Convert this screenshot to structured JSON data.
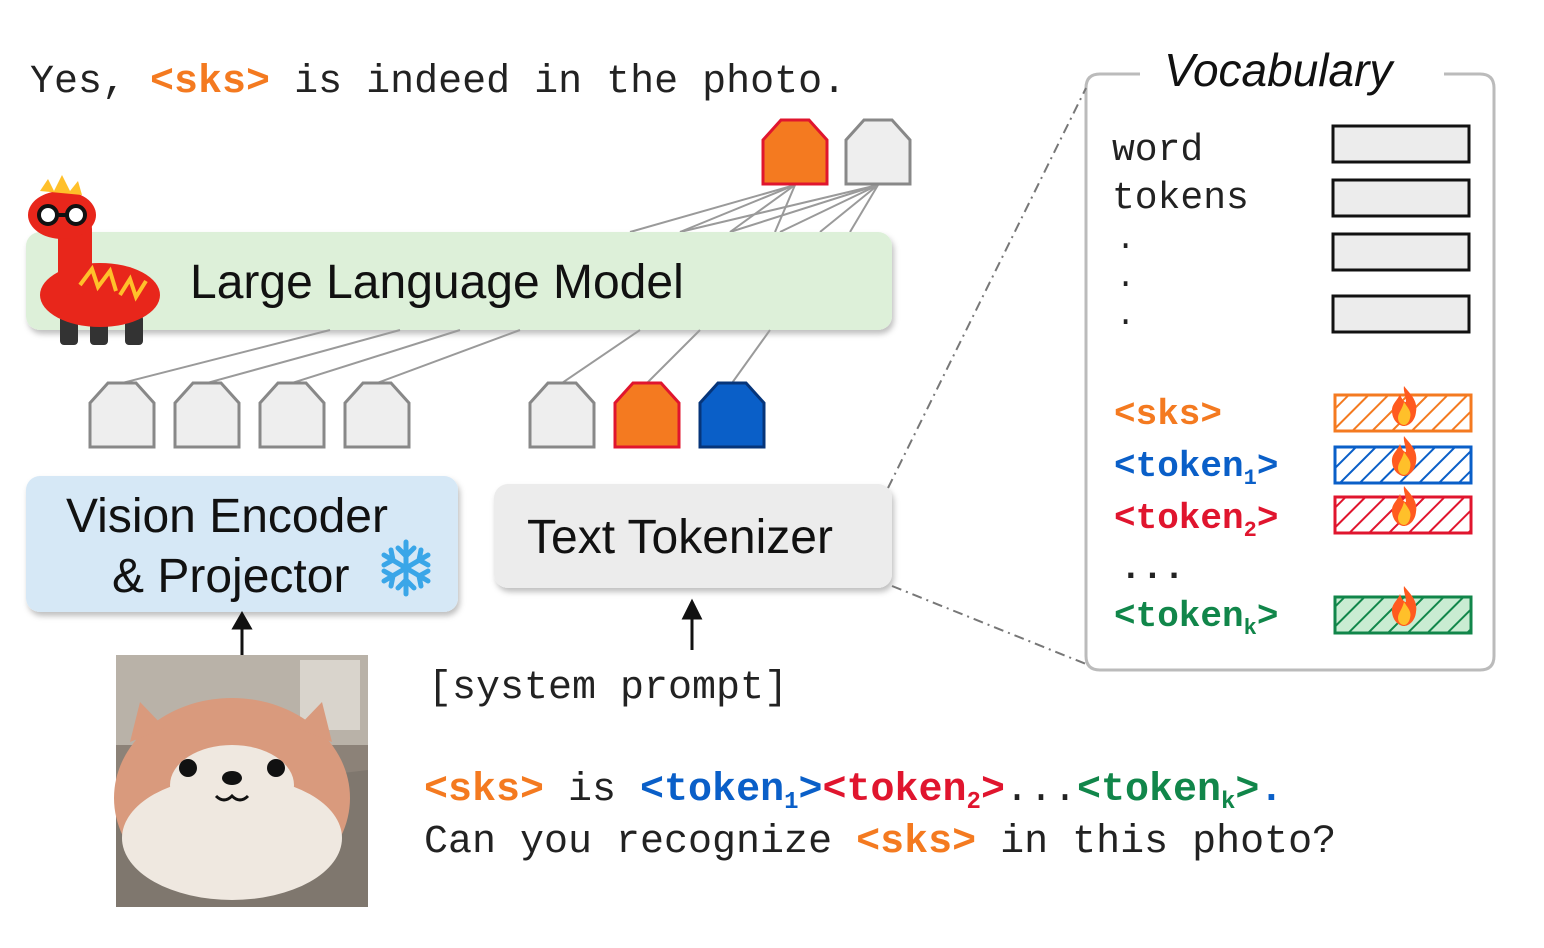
{
  "colors": {
    "orange": "#f47a20",
    "blue": "#0a5fc8",
    "red": "#e0152e",
    "green": "#11864a",
    "llm_fill": "#ddf0d9",
    "vision_fill": "#d6e8f6",
    "tokenizer_fill": "#ececec",
    "token_grey": "#eeeeee",
    "snowflake": "#3aa6e8"
  },
  "output": {
    "prefix": "Yes, ",
    "special": "<sks>",
    "suffix": " is indeed in the photo."
  },
  "llm": {
    "label": "Large Language Model"
  },
  "vision": {
    "line1": "Vision Encoder",
    "line2": "& Projector"
  },
  "tokenizer": {
    "label": "Text Tokenizer"
  },
  "system_prompt": "[system prompt]",
  "prompt": {
    "line1": {
      "sks": "<sks>",
      "is": " is ",
      "token1_base": "<token",
      "token1_sub": "1",
      "close": ">",
      "token2_base": "<token",
      "token2_sub": "2",
      "dots": "...",
      "tokenk_base": "<token",
      "tokenk_sub": "k",
      "period": "."
    },
    "line2": {
      "before": "Can you recognize ",
      "sks": "<sks>",
      "after": " in this photo?"
    }
  },
  "vocabulary": {
    "title": "Vocabulary",
    "word_line1": "word",
    "word_line2": "tokens",
    "dot": ".",
    "ellipsis": "...",
    "special": [
      {
        "base": "<sks>",
        "sub": "",
        "close": "",
        "color": "orange"
      },
      {
        "base": "<token",
        "sub": "1",
        "close": ">",
        "color": "blue"
      },
      {
        "base": "<token",
        "sub": "2",
        "close": ">",
        "color": "red"
      },
      {
        "base": "<token",
        "sub": "k",
        "close": ">",
        "color": "green"
      }
    ]
  },
  "icons": {
    "mascot": "fire-llama-mascot-icon",
    "frozen": "snowflake-icon",
    "trainable": "fire-icon",
    "photo": "plush-shiba-photo"
  }
}
